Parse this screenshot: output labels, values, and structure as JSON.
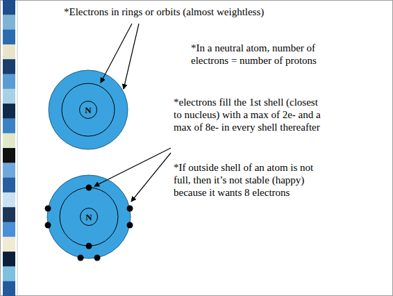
{
  "diagram": {
    "nodes": [
      {
        "text": [
          "N"
        ]
      },
      {
        "text": [
          "N"
        ]
      }
    ],
    "labels": [
      "*Electrons in rings or orbits (almost weightless)",
      "*In a neutral atom, number of electrons = number of protons",
      "*electrons fill the 1st shell (closest to nucleus) with a max of 2e- and a max of 8e- in every shell thereafter",
      "*If outside shell of an atom is not full, then it’s not stable (happy) because it wants 8 electrons"
    ]
  }
}
